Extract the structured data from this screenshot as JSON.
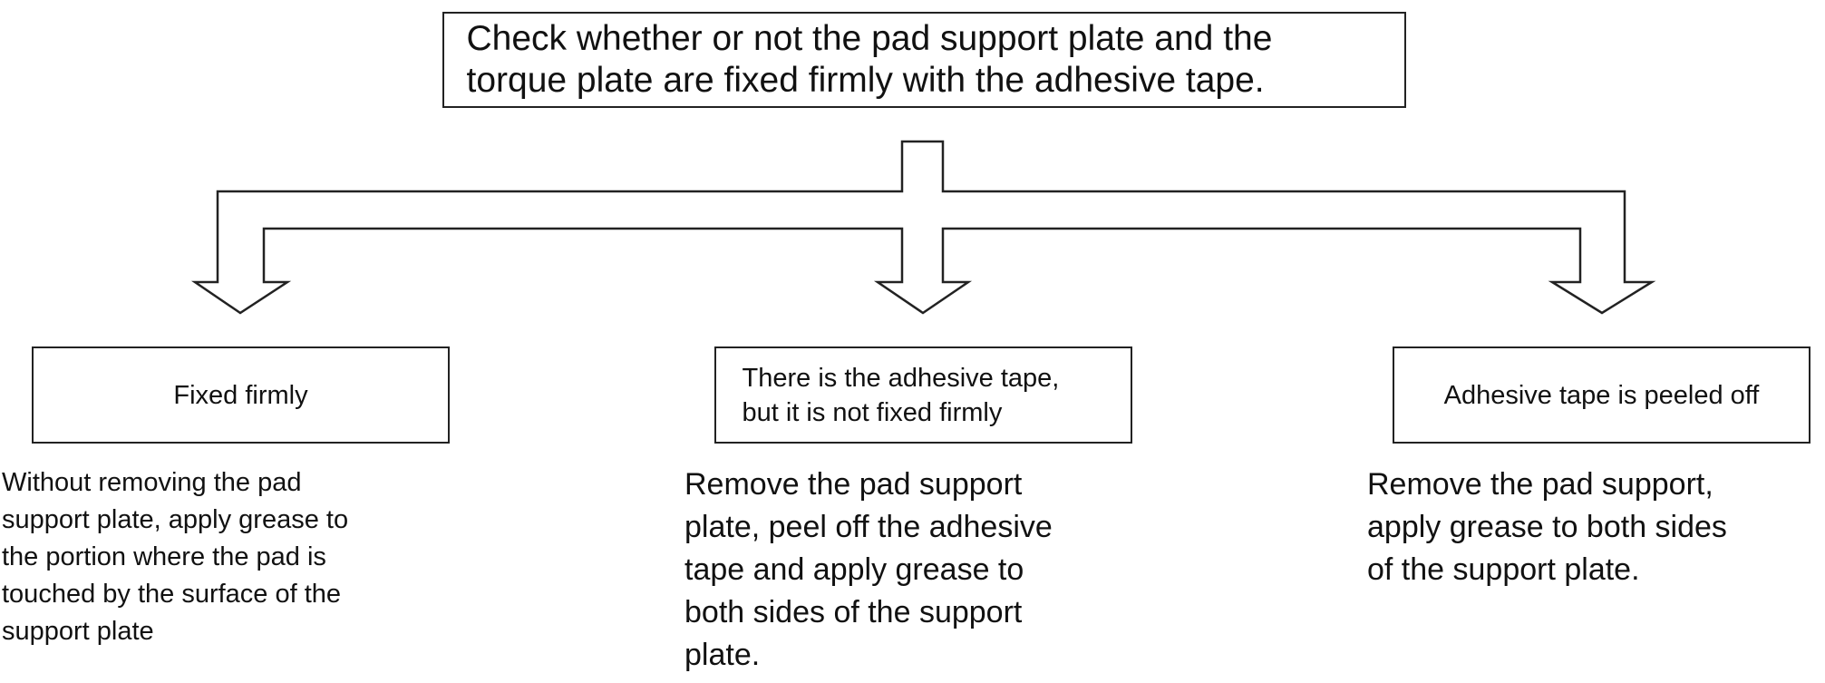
{
  "question": "Check whether or not the pad support plate and the\ntorque plate are fixed firmly with the adhesive tape.",
  "outcomes": [
    {
      "label": "Fixed firmly",
      "action": "Without removing the pad\nsupport plate, apply grease to\nthe portion where the pad is\ntouched by the surface of the\nsupport plate"
    },
    {
      "label": "There is the adhesive tape,\nbut it is not fixed firmly",
      "action": "Remove the pad support\nplate, peel off the adhesive\ntape and apply grease to\nboth sides of the support\nplate."
    },
    {
      "label": "Adhesive tape is peeled off",
      "action": "Remove the pad support,\napply grease to both sides\nof the support plate."
    }
  ],
  "colors": {
    "line": "#222222",
    "background": "#ffffff"
  }
}
